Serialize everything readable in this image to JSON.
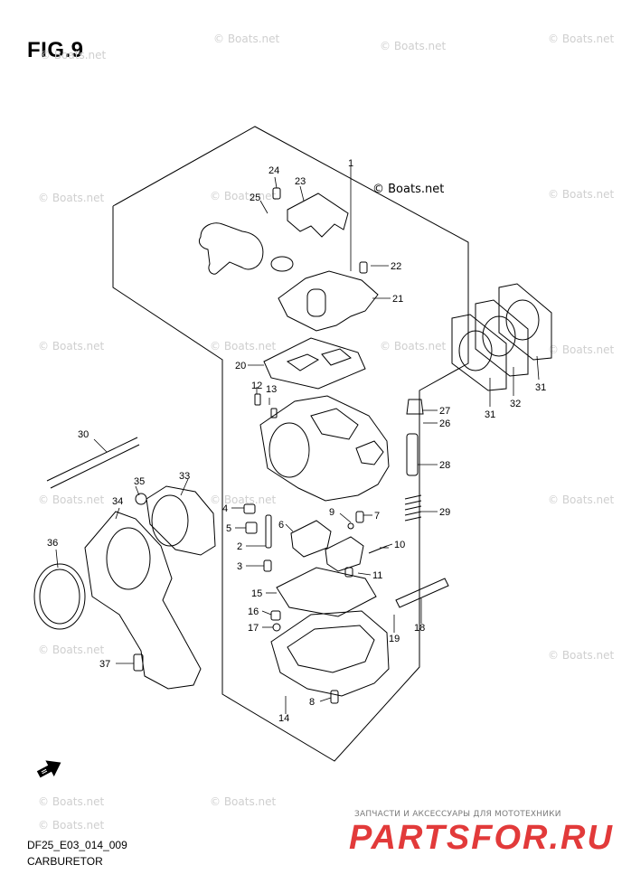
{
  "figure": {
    "title": "FIG.9",
    "code": "DF25_E03_014_009",
    "name": "CARBURETOR"
  },
  "watermark": "© Boats.net",
  "shop": {
    "tagline": "ЗАПЧАСТИ И АКСЕССУАРЫ ДЛЯ МОТОТЕХНИКИ",
    "brand": "PARTSFOR.RU",
    "brand_color": "#e23a3a"
  },
  "parts": {
    "p1": "1",
    "p2": "2",
    "p3": "3",
    "p4": "4",
    "p5": "5",
    "p6": "6",
    "p7": "7",
    "p8": "8",
    "p9": "9",
    "p10": "10",
    "p11": "11",
    "p12": "12",
    "p13": "13",
    "p14": "14",
    "p15": "15",
    "p16": "16",
    "p17": "17",
    "p18": "18",
    "p19": "19",
    "p20": "20",
    "p21": "21",
    "p22": "22",
    "p23": "23",
    "p24": "24",
    "p25": "25",
    "p26": "26",
    "p27": "27",
    "p28": "28",
    "p29": "29",
    "p30": "30",
    "p31a": "31",
    "p31b": "31",
    "p32": "32",
    "p33": "33",
    "p34": "34",
    "p35": "35",
    "p36": "36",
    "p37": "37"
  },
  "icons": {
    "forward_arrow": "fwd-arrow-icon"
  }
}
